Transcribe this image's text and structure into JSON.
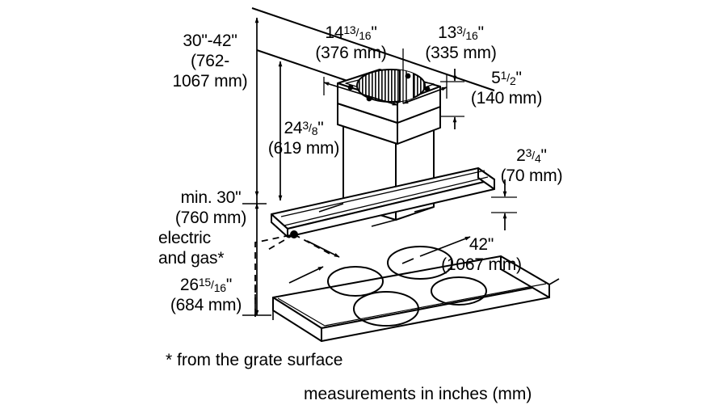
{
  "diagram": {
    "title": "Range hood installation dimension diagram",
    "units_note": "measurements in inches (mm)",
    "footnote": "* from the grate surface",
    "line_color": "#000000",
    "background_color": "#ffffff"
  },
  "dimensions": {
    "ceiling_to_hood": {
      "name": "ceiling-height-range",
      "line1": "30\"-42\"",
      "line2_prefix": "(762-",
      "line3": "1067 mm)",
      "inches": "30-42",
      "mm": "762-1067"
    },
    "chimney_height": {
      "name": "chimney-height",
      "inches_whole": "24",
      "frac_num": "3",
      "frac_den": "8",
      "inches_full": "24 3/8\"",
      "mm": "(619 mm)"
    },
    "motor_box_width": {
      "name": "motor-box-width",
      "inches_whole": "14",
      "frac_num": "13",
      "frac_den": "16",
      "inches_full": "14 13/16\"",
      "mm": "(376 mm)"
    },
    "motor_box_depth": {
      "name": "motor-box-depth",
      "inches_whole": "13",
      "frac_num": "3",
      "frac_den": "16",
      "inches_full": "13 3/16\"",
      "mm": "(335 mm)"
    },
    "motor_box_height": {
      "name": "motor-box-height",
      "inches_whole": "5",
      "frac_num": "1",
      "frac_den": "2",
      "inches_full": "5 1/2\"",
      "mm": "(140 mm)"
    },
    "canopy_thickness": {
      "name": "canopy-thickness",
      "inches_whole": "2",
      "frac_num": "3",
      "frac_den": "4",
      "inches_full": "2 3/4\"",
      "mm": "(70 mm)"
    },
    "min_clearance": {
      "name": "minimum-clearance-above-cooktop",
      "line1": "min. 30\"",
      "line2": "(760 mm)",
      "line3": "electric",
      "line4": "and gas*",
      "inches": "30",
      "mm": "760"
    },
    "counter_height": {
      "name": "countertop-height",
      "inches_whole": "26",
      "frac_num": "15",
      "frac_den": "16",
      "inches_full": "26 15/16\"",
      "mm": "(684 mm)"
    },
    "canopy_width": {
      "name": "canopy-width",
      "inches_full": "42\"",
      "mm": "(1067 mm)"
    }
  }
}
